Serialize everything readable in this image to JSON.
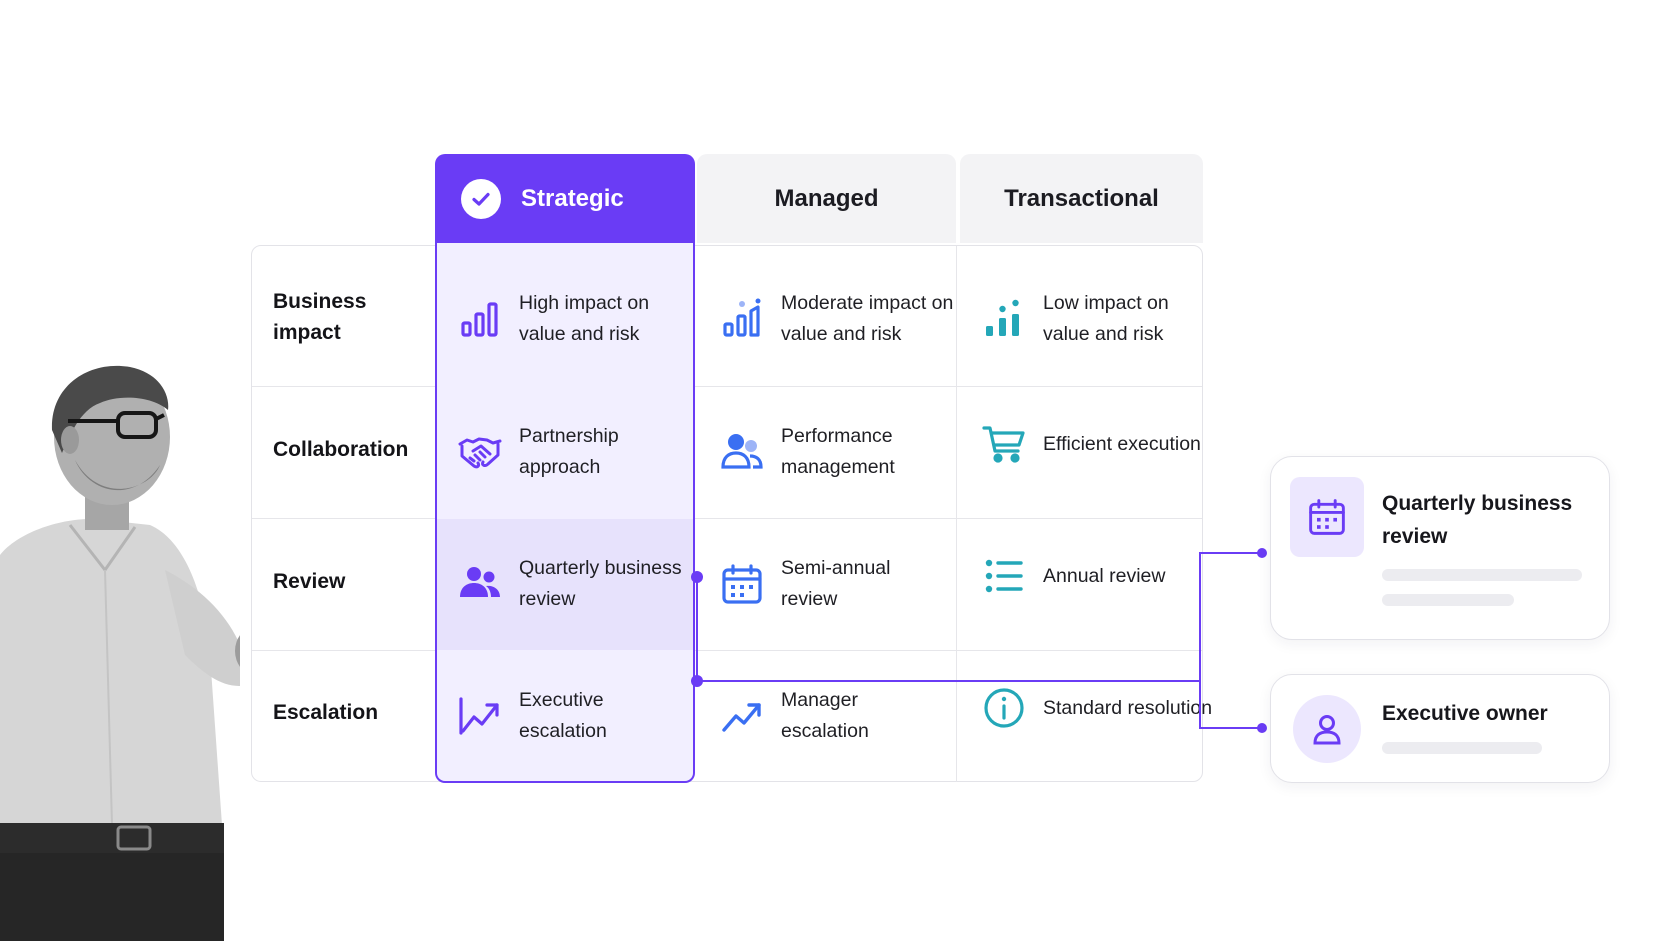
{
  "columns": {
    "strategic": "Strategic",
    "managed": "Managed",
    "transactional": "Transactional"
  },
  "rows": {
    "business_impact": "Business impact",
    "collaboration": "Collaboration",
    "review": "Review",
    "escalation": "Escalation"
  },
  "cells": {
    "strategic": {
      "business_impact": "High impact on value and risk",
      "collaboration": "Partnership approach",
      "review": "Quarterly business review",
      "escalation": "Executive escalation"
    },
    "managed": {
      "business_impact": "Moderate impact on value and risk",
      "collaboration": "Performance management",
      "review": "Semi-annual review",
      "escalation": "Manager escalation"
    },
    "transactional": {
      "business_impact": "Low impact on value and risk",
      "collaboration": "Efficient execution",
      "review": "Annual review",
      "escalation": "Standard resolution"
    }
  },
  "side_cards": {
    "quarterly_review": "Quarterly business review",
    "executive_owner": "Executive owner"
  },
  "icons": {
    "strategic_header": "check-circle-icon",
    "business_impact": "bar-chart-icon",
    "collaboration_strategic": "handshake-icon",
    "collaboration_managed": "people-icon",
    "collaboration_transactional": "shopping-cart-icon",
    "review_strategic": "people-icon",
    "review_managed": "calendar-icon",
    "review_transactional": "list-icon",
    "escalation_up": "trending-up-icon",
    "escalation_standard": "info-icon",
    "card_quarterly": "calendar-icon",
    "card_owner": "user-icon"
  },
  "colors": {
    "strategic_accent": "#6a3cf5",
    "managed_accent": "#3a6ff2",
    "transactional_accent": "#24a7b8",
    "strategic_tint": "#f2efff"
  }
}
